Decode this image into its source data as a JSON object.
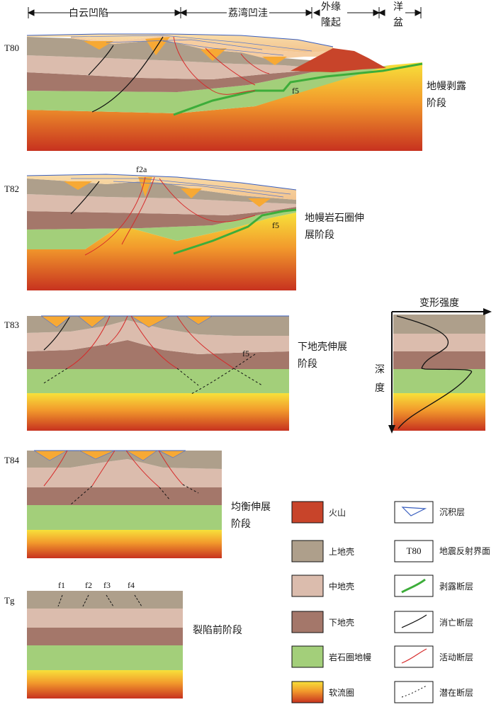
{
  "header": {
    "regions": [
      "白云凹陷",
      "荔湾凹洼",
      "外缘",
      "隆起",
      "洋",
      "盆"
    ]
  },
  "sections": [
    {
      "label": "T80",
      "stage": [
        "地幔剥露",
        "阶段"
      ],
      "fault_label": "f5"
    },
    {
      "label": "T82",
      "stage": [
        "地幔岩石圈伸",
        "展阶段"
      ],
      "fault_labels": [
        "f2a",
        "f5"
      ]
    },
    {
      "label": "T83",
      "stage": [
        "下地壳伸展",
        "阶段"
      ],
      "fault_label": "f5"
    },
    {
      "label": "T84",
      "stage": [
        "均衡伸展",
        "阶段"
      ]
    },
    {
      "label": "Tg",
      "stage": [
        "裂陷前阶段"
      ],
      "fault_labels": [
        "f1",
        "f2",
        "f3",
        "f4"
      ]
    }
  ],
  "strength_plot": {
    "title": "变形强度",
    "ylabel": [
      "深",
      "度"
    ]
  },
  "legend": [
    {
      "label": "火山",
      "color": "#c8442a"
    },
    {
      "label": "沉积层",
      "icon": "sediment-wedge-icon"
    },
    {
      "label": "上地壳",
      "color": "#ae9f8b"
    },
    {
      "label": "T80",
      "side_label": "地震反射界面"
    },
    {
      "label": "中地壳",
      "color": "#dbbcad"
    },
    {
      "label": "剥露断层",
      "color": "#3dad3a"
    },
    {
      "label": "下地壳",
      "color": "#a4776a"
    },
    {
      "label": "消亡断层",
      "color": "#111111"
    },
    {
      "label": "岩石圈地幔",
      "color": "#a3cf7a"
    },
    {
      "label": "活动断层",
      "color": "#d62a2a"
    },
    {
      "label": "软流圈",
      "gradient": [
        "#f7e13a",
        "#f49a2a",
        "#cf3a22"
      ]
    },
    {
      "label": "潜在断层",
      "color": "#111111"
    }
  ],
  "colors": {
    "upper": "#ae9f8b",
    "middle": "#dbbcad",
    "lower": "#a4776a",
    "mantle": "#a3cf7a",
    "volcano": "#c8442a",
    "sed_orange": "#f7a934",
    "sed_pale": "#f6cda0",
    "active": "#d62a2a",
    "green_fault": "#3dad3a"
  }
}
